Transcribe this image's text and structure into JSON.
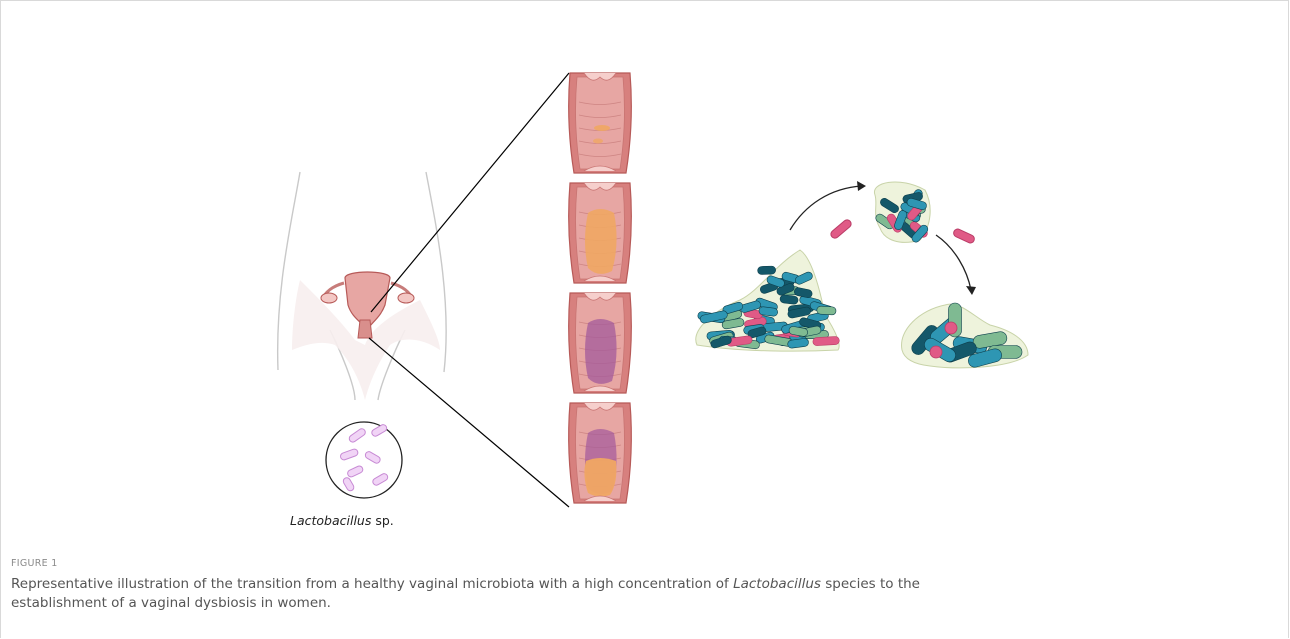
{
  "figure": {
    "label": "FIGURE 1",
    "caption_pre": "Representative illustration of the transition from a healthy vaginal microbiota with a high concentration of ",
    "caption_italic": "Lactobacillus",
    "caption_post": " species to the establishment of a vaginal dysbiosis in women.",
    "inset_label_italic": "Lactobacillus",
    "inset_label_rest": " sp.",
    "colors": {
      "tissue_pink": "#e7a6a3",
      "tissue_dark": "#b75a58",
      "orange_patch": "#f0a763",
      "purple_patch": "#a3599b",
      "bacteria_teal": "#2e96b3",
      "bacteria_dark": "#14586a",
      "bacteria_green": "#7fba92",
      "bacteria_pink": "#e05a86",
      "biofilm_fill": "#eef3dc",
      "lactobacillus_lilac": "#e2b6ec"
    }
  }
}
